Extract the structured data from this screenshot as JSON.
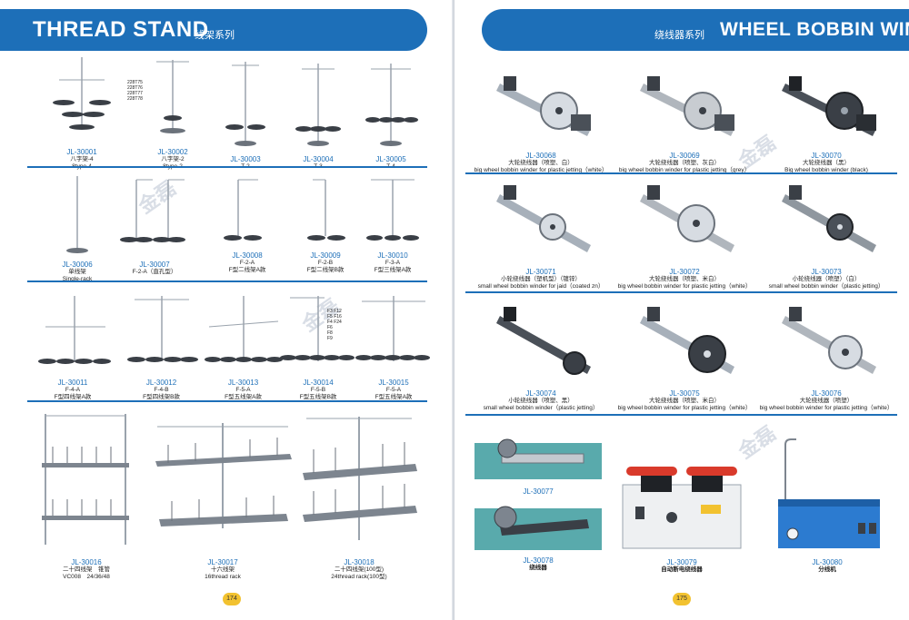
{
  "left": {
    "title_en": "THREAD STAND",
    "title_zh": "线架系列",
    "watermark": "金磊",
    "page_number": "174",
    "items": [
      {
        "code": "JL-30001",
        "name": "八字架-4",
        "name2": "8type-4"
      },
      {
        "code": "JL-30002",
        "name": "八字架-2",
        "name2": "8type-2"
      },
      {
        "code": "JL-30003",
        "name": "T-2",
        "name2": ""
      },
      {
        "code": "JL-30004",
        "name": "T-3",
        "name2": ""
      },
      {
        "code": "JL-30005",
        "name": "T-4",
        "name2": ""
      },
      {
        "code": "JL-30006",
        "name": "单线架",
        "name2": "Single-rack"
      },
      {
        "code": "JL-30007",
        "name": "F-2-A（直孔型）",
        "name2": ""
      },
      {
        "code": "JL-30008",
        "name": "F-2-A",
        "name2": "F型二线架A款"
      },
      {
        "code": "JL-30009",
        "name": "F-2-B",
        "name2": "F型二线架B款"
      },
      {
        "code": "JL-30010",
        "name": "F-3-A",
        "name2": "F型三线架A款"
      },
      {
        "code": "JL-30011",
        "name": "F-4-A",
        "name2": "F型四线架A款"
      },
      {
        "code": "JL-30012",
        "name": "F-4-B",
        "name2": "F型四线架B款"
      },
      {
        "code": "JL-30013",
        "name": "F-5-A",
        "name2": "F型五线架A款"
      },
      {
        "code": "JL-30014",
        "name": "F-5-B",
        "name2": "F型五线架B款"
      },
      {
        "code": "JL-30015",
        "name": "F-5-A",
        "name2": "F型五线架A款"
      },
      {
        "code": "JL-30016",
        "name": "二十四线架　锥管",
        "name2": "VC008　24/36/48"
      },
      {
        "code": "JL-30017",
        "name": "十六线架",
        "name2": "16thread rack"
      },
      {
        "code": "JL-30018",
        "name": "二十四线架(100型)",
        "name2": "24thread rack(100型)"
      }
    ],
    "part_list_30002": [
      "228T75",
      "228T76",
      "228T77",
      "228T78"
    ],
    "part_list_30014": [
      "F3  F12",
      "F5  F16",
      "F4  F24",
      "F6",
      "F8",
      "F9"
    ]
  },
  "right": {
    "title_en": "WHEEL BOBBIN WINDER",
    "title_zh": "绕线器系列",
    "watermark": "金磊",
    "page_number": "175",
    "items": [
      {
        "code": "JL-30068",
        "name": "大轮绕线器（喷塑、白）",
        "name2": "big wheel bobbin winder for plastic jetting（white）"
      },
      {
        "code": "JL-30069",
        "name": "大轮绕线器（喷塑、灰白）",
        "name2": "big wheel bobbin winder for plastic jetting（grey）"
      },
      {
        "code": "JL-30070",
        "name": "大轮绕线器（黑）",
        "name2": "Big wheel bobbin winder (black)"
      },
      {
        "code": "JL-30071",
        "name": "小轮绕线器（塑机型）（镀锌）",
        "name2": "small wheel bobbin winder for jaid（coated zn）"
      },
      {
        "code": "JL-30072",
        "name": "大轮绕线器（喷塑、米白）",
        "name2": "big wheel bobbin winder for plastic jetting（white）"
      },
      {
        "code": "JL-30073",
        "name": "小轮绕线器（喷塑）（白）",
        "name2": "small wheel bobbin winder（plastic jetting）"
      },
      {
        "code": "JL-30074",
        "name": "小轮绕线器（喷塑、黑）",
        "name2": "small wheel bobbin winder（plastic jetting）"
      },
      {
        "code": "JL-30075",
        "name": "大轮绕线器（喷塑、米白）",
        "name2": "big wheel bobbin winder for plastic jetting（white）"
      },
      {
        "code": "JL-30076",
        "name": "大轮绕线器（喷塑）",
        "name2": "big wheel bobbin winder for plastic jetting（white）"
      },
      {
        "code": "JL-30077",
        "name": "",
        "name2": ""
      },
      {
        "code": "JL-30078",
        "name": "绕线器",
        "name2": ""
      },
      {
        "code": "JL-30079",
        "name": "自动断电绕线器",
        "name2": ""
      },
      {
        "code": "JL-30080",
        "name": "分线机",
        "name2": ""
      }
    ]
  },
  "colors": {
    "brand_blue": "#1d6fb8",
    "page_badge": "#f2c230",
    "metal": "#9aa3ad",
    "dark_metal": "#3a3f46"
  }
}
